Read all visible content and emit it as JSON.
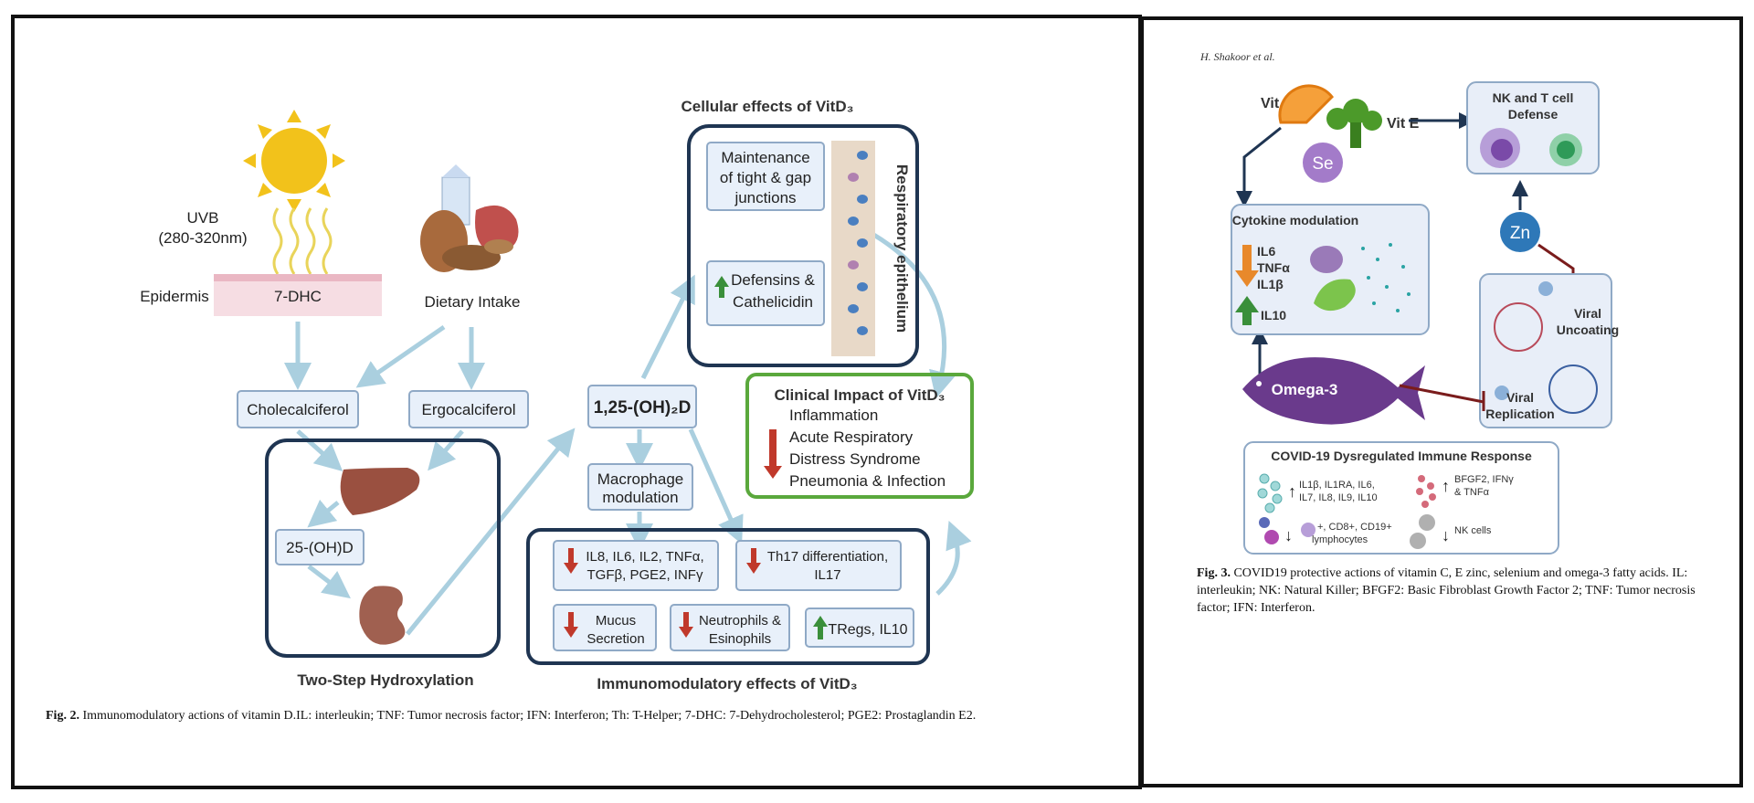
{
  "fig2": {
    "uvb": "UVB",
    "uvb_range": "(280-320nm)",
    "epidermis": "Epidermis",
    "dhc": "7-DHC",
    "dietary": "Dietary Intake",
    "cholecalciferol": "Cholecalciferol",
    "ergocalciferol": "Ergocalciferol",
    "hydroxy25": "25-(OH)D",
    "two_step": "Two-Step Hydroxylation",
    "calcitriol": "1,25-(OH)₂D",
    "macrophage_1": "Macrophage",
    "macrophage_2": "modulation",
    "cellular_title": "Cellular effects of VitD₃",
    "tight_1": "Maintenance",
    "tight_2": "of tight & gap",
    "tight_3": "junctions",
    "defensins_1": "Defensins &",
    "defensins_2": "Cathelicidin",
    "resp_epi": "Respiratory epithelium",
    "clinical_title": "Clinical Impact of VitD₃",
    "clinical_1": "Inflammation",
    "clinical_2": "Acute Respiratory",
    "clinical_3": "Distress Syndrome",
    "clinical_4": "Pneumonia & Infection",
    "il_1": "IL8, IL6, IL2, TNFα,",
    "il_2": "TGFβ, PGE2, INFγ",
    "th17_1": "Th17 differentiation,",
    "th17_2": "IL17",
    "mucus_1": "Mucus",
    "mucus_2": "Secretion",
    "neut_1": "Neutrophils &",
    "neut_2": "Esinophils",
    "tregs": "TRegs, IL10",
    "immuno_title": "Immunomodulatory effects of VitD₃",
    "caption_label": "Fig. 2.",
    "caption_text": "Immunomodulatory actions of vitamin D.IL: interleukin; TNF: Tumor necrosis factor; IFN: Interferon; Th: T-Helper; 7-DHC: 7-Dehydrocholesterol; PGE2: Prostaglandin E2."
  },
  "fig3": {
    "author": "H. Shakoor et al.",
    "vitc": "Vit C",
    "vite": "Vit E",
    "se": "Se",
    "zn": "Zn",
    "nk_title_1": "NK and T cell",
    "nk_title_2": "Defense",
    "cytokine_title": "Cytokine modulation",
    "il6": "IL6",
    "tnfa": "TNFα",
    "il1b": "IL1β",
    "il10": "IL10",
    "viral_uncoating_1": "Viral",
    "viral_uncoating_2": "Uncoating",
    "viral_rep_1": "Viral",
    "viral_rep_2": "Replication",
    "omega": "Omega-3",
    "covid_title": "COVID-19 Dysregulated Immune Response",
    "cov_il_1": "IL1β, IL1RA, IL6,",
    "cov_il_2": "IL7, IL8, IL9, IL10",
    "cov_bfgf_1": "BFGF2, IFNγ",
    "cov_bfgf_2": "& TNFα",
    "cov_lym_1": "+, CD8+, CD19+",
    "cov_lym_2": "lymphocytes",
    "cov_nk": "NK cells",
    "caption_label": "Fig. 3.",
    "caption_text": "COVID19 protective actions of vitamin C, E zinc, selenium and omega-3 fatty acids. IL: interleukin; NK: Natural Killer; BFGF2: Basic Fibroblast Growth Factor 2; TNF: Tumor necrosis factor; IFN: Interferon."
  },
  "colors": {
    "section_border": "#1f3552",
    "clinical_border": "#5aa83c",
    "arrow": "#aacfdf",
    "down_red": "#c0392b",
    "up_green": "#3a8f3a",
    "down_orange": "#e8892b",
    "fish": "#6a3a8c"
  }
}
